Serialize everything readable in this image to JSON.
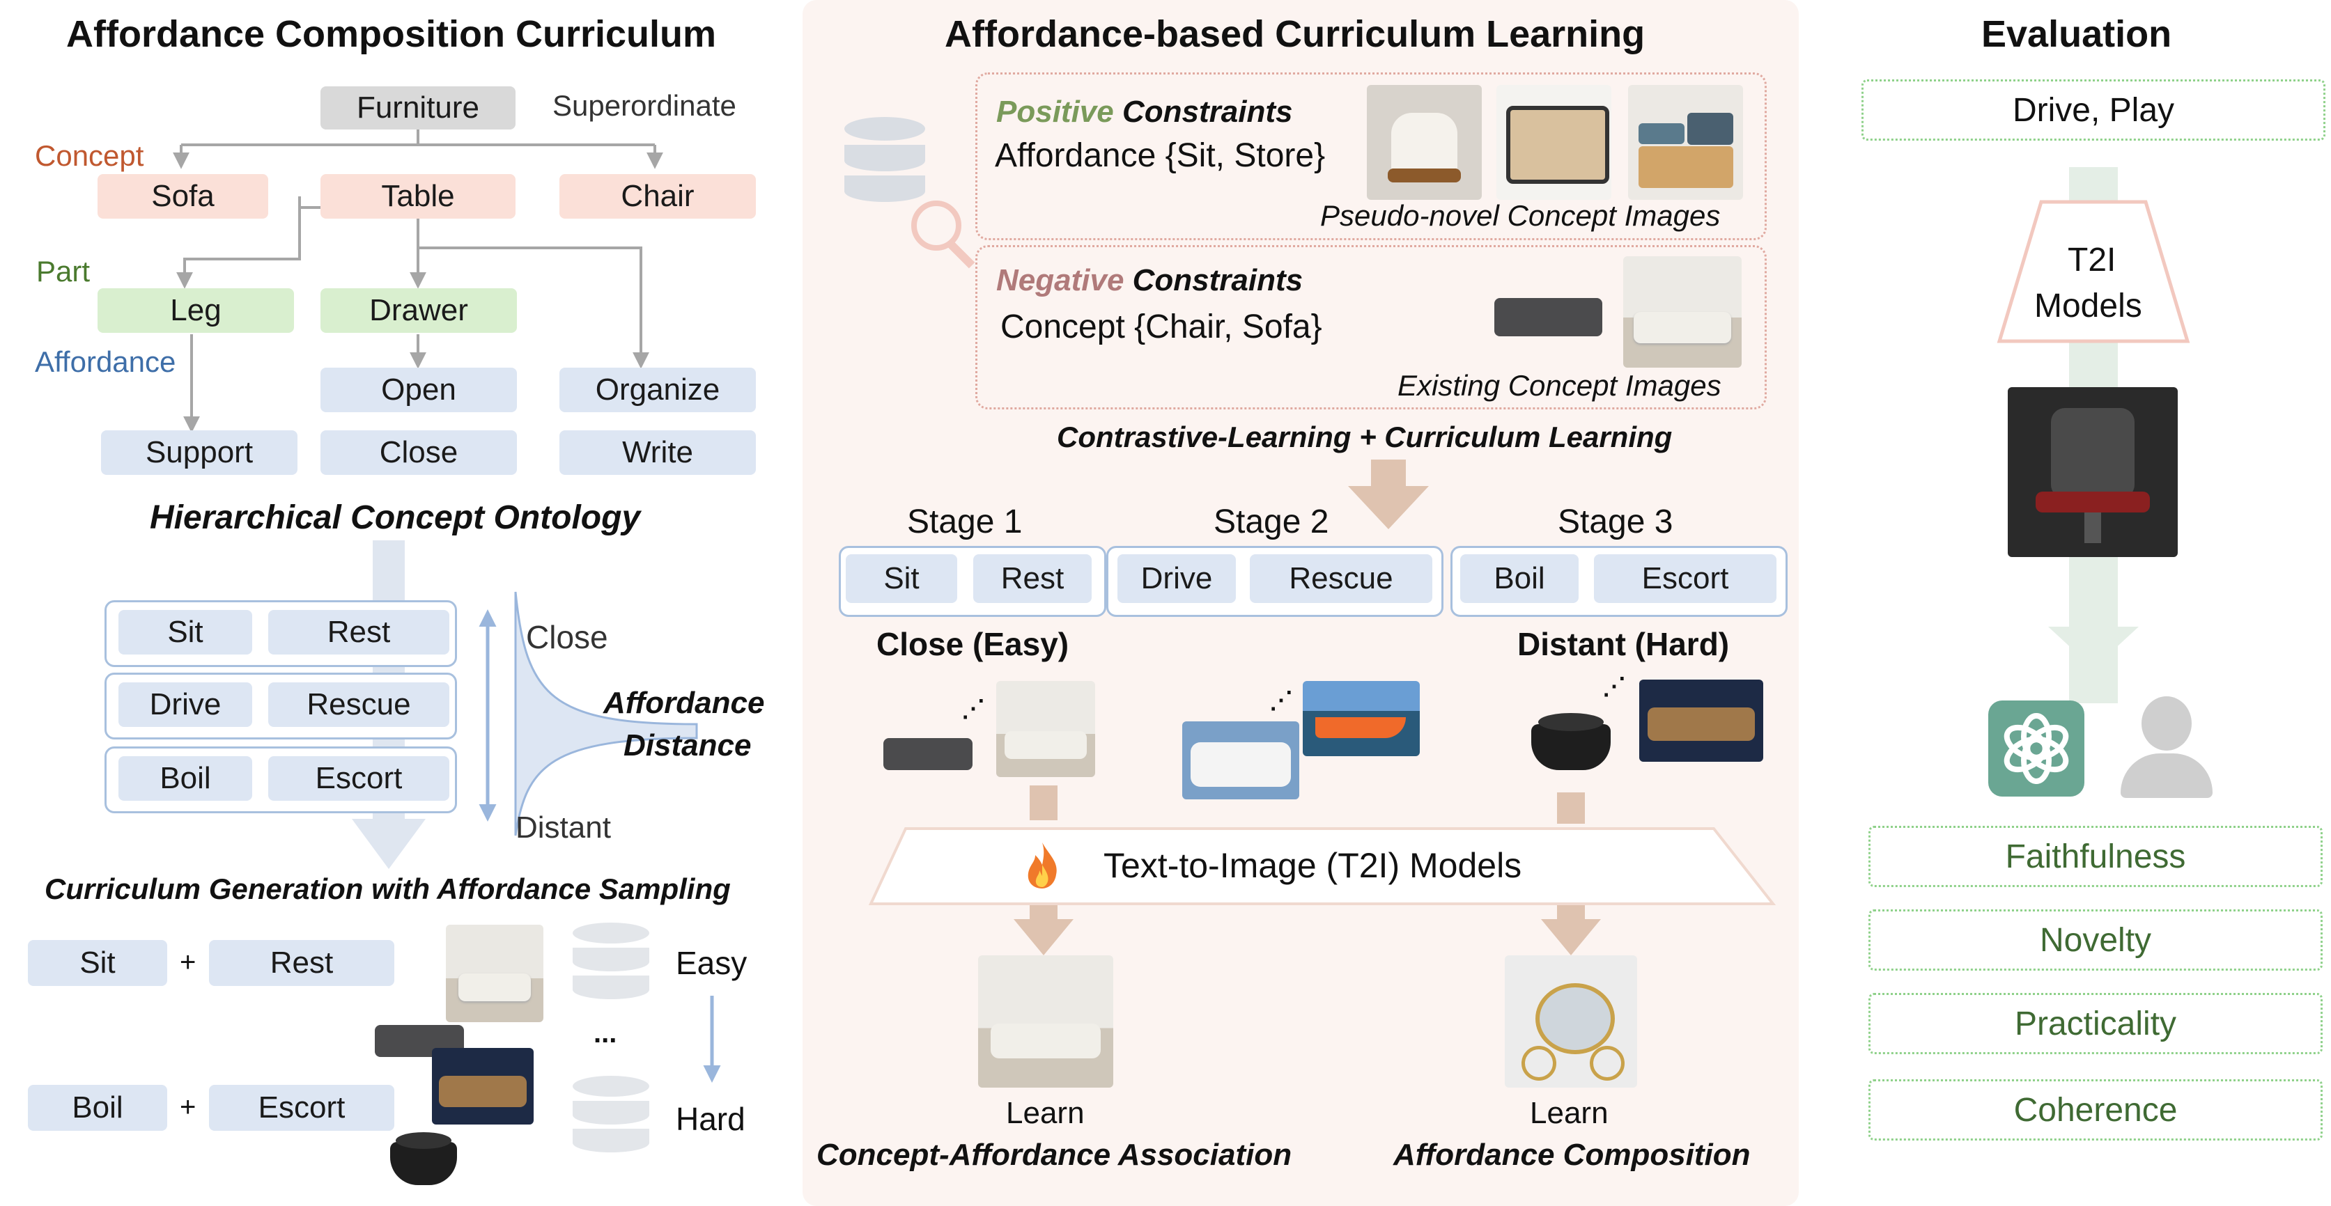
{
  "left": {
    "title": "Affordance Composition Curriculum",
    "superordinate_box": "Furniture",
    "superordinate_label": "Superordinate",
    "concept_label": "Concept",
    "concepts": [
      "Sofa",
      "Table",
      "Chair"
    ],
    "part_label": "Part",
    "parts": [
      "Leg",
      "Drawer"
    ],
    "affordance_label": "Affordance",
    "affordances": [
      "Open",
      "Organize",
      "Support",
      "Close",
      "Write"
    ],
    "ontology_caption": "Hierarchical Concept Ontology",
    "pairs": [
      [
        "Sit",
        "Rest"
      ],
      [
        "Drive",
        "Rescue"
      ],
      [
        "Boil",
        "Escort"
      ]
    ],
    "close_label": "Close",
    "distant_label": "Distant",
    "distance_label_1": "Affordance",
    "distance_label_2": "Distance",
    "curriculum_caption": "Curriculum Generation with Affordance Sampling",
    "sample_easy": [
      "Sit",
      "Rest"
    ],
    "sample_hard": [
      "Boil",
      "Escort"
    ],
    "plus": "+",
    "ellipsis": "...",
    "easy": "Easy",
    "hard": "Hard"
  },
  "middle": {
    "title": "Affordance-based Curriculum Learning",
    "positive_word": "Positive",
    "constraints_word": "Constraints",
    "positive_text": "Affordance {Sit, Store}",
    "pseudo_caption": "Pseudo-novel Concept Images",
    "negative_word": "Negative",
    "negative_text": "Concept {Chair, Sofa}",
    "existing_caption": "Existing Concept Images",
    "learning_caption": "Contrastive-Learning + Curriculum Learning",
    "stages": [
      {
        "name": "Stage 1",
        "items": [
          "Sit",
          "Rest"
        ]
      },
      {
        "name": "Stage 2",
        "items": [
          "Drive",
          "Rescue"
        ]
      },
      {
        "name": "Stage 3",
        "items": [
          "Boil",
          "Escort"
        ]
      }
    ],
    "close_easy": "Close (Easy)",
    "distant_hard": "Distant (Hard)",
    "fire_icon": "fire-icon",
    "t2i_label": "Text-to-Image (T2I) Models",
    "learn_1": "Learn",
    "learn_1_caption": "Concept-Affordance Association",
    "learn_2": "Learn",
    "learn_2_caption": "Affordance Composition"
  },
  "right": {
    "title": "Evaluation",
    "prompt": "Drive, Play",
    "t2i_1": "T2I",
    "t2i_2": "Models",
    "openai_icon": "openai-logo-icon",
    "human_icon": "human-avatar-icon",
    "metrics": [
      "Faithfulness",
      "Novelty",
      "Practicality",
      "Coherence"
    ]
  },
  "colors": {
    "concept": "#c0582f",
    "part": "#4a7a2e",
    "affordance": "#3e6ea8",
    "positive": "#7a9a5a",
    "negative": "#b07a7a",
    "metric_text": "#3f6a33",
    "arrow_tan": "#dfc3b0",
    "panel_bg": "#fcf4f1"
  }
}
